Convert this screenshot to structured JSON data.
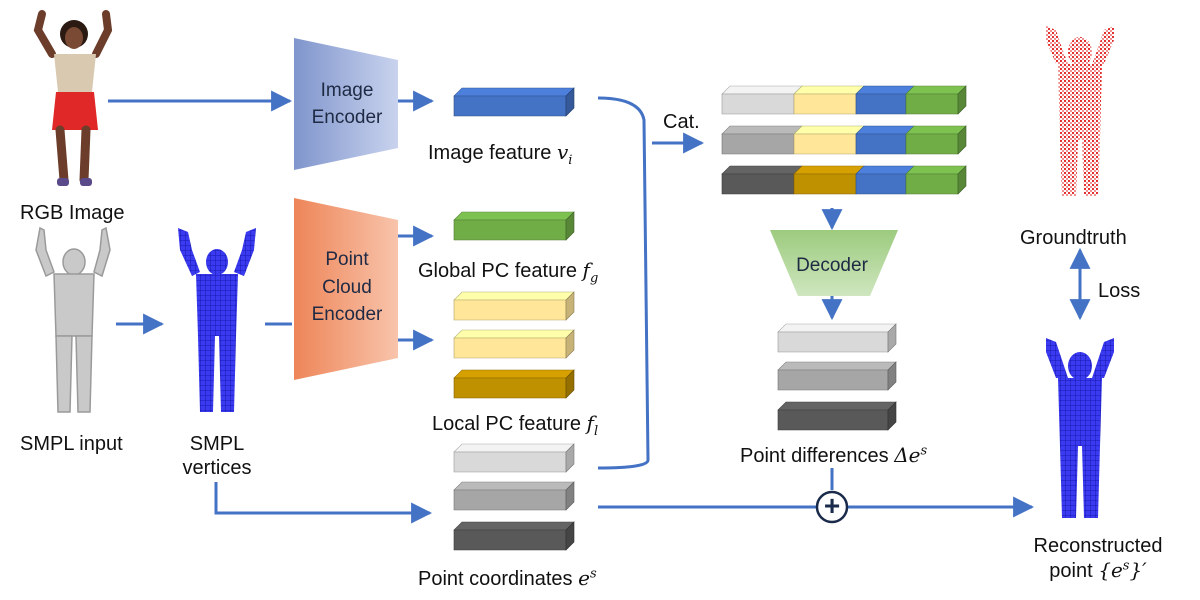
{
  "labels": {
    "rgb_image": "RGB Image",
    "smpl_input": "SMPL input",
    "smpl_vertices_1": "SMPL",
    "smpl_vertices_2": "vertices",
    "image_encoder_1": "Image",
    "image_encoder_2": "Encoder",
    "pc_encoder_1": "Point",
    "pc_encoder_2": "Cloud",
    "pc_encoder_3": "Encoder",
    "image_feature": "Image feature",
    "image_feature_sym": "v",
    "image_feature_sub": "i",
    "global_feature": "Global PC feature",
    "global_feature_sym": "f",
    "global_feature_sub": "g",
    "local_feature": "Local PC feature",
    "local_feature_sym": "f",
    "local_feature_sub": "l",
    "point_coords": "Point coordinates",
    "point_coords_sym": "e",
    "point_coords_sup": "s",
    "cat": "Cat.",
    "decoder": "Decoder",
    "point_diff": "Point differences",
    "point_diff_sym": "Δe",
    "point_diff_sup": "s",
    "groundtruth": "Groundtruth",
    "loss": "Loss",
    "reconstructed_1": "Reconstructed",
    "reconstructed_2": "point",
    "reconstructed_sym": "{e",
    "reconstructed_sup": "s",
    "reconstructed_tail": "}′",
    "plus": "+"
  },
  "colors": {
    "arrow": "#4472c4",
    "image_encoder": "#8fa4d4",
    "pc_encoder": "#f08f68",
    "decoder": "#a8d08d",
    "blue_feat": "#4472c4",
    "green_feat": "#70ad47",
    "yellow_feat": "#ffe699",
    "gold_feat": "#bf9000",
    "light_gray": "#d9d9d9",
    "mid_gray": "#a6a6a6",
    "dark_gray": "#595959",
    "mesh_blue": "#2020e0",
    "red_points": "#e02020",
    "skin_gray": "#c8c8c8"
  }
}
